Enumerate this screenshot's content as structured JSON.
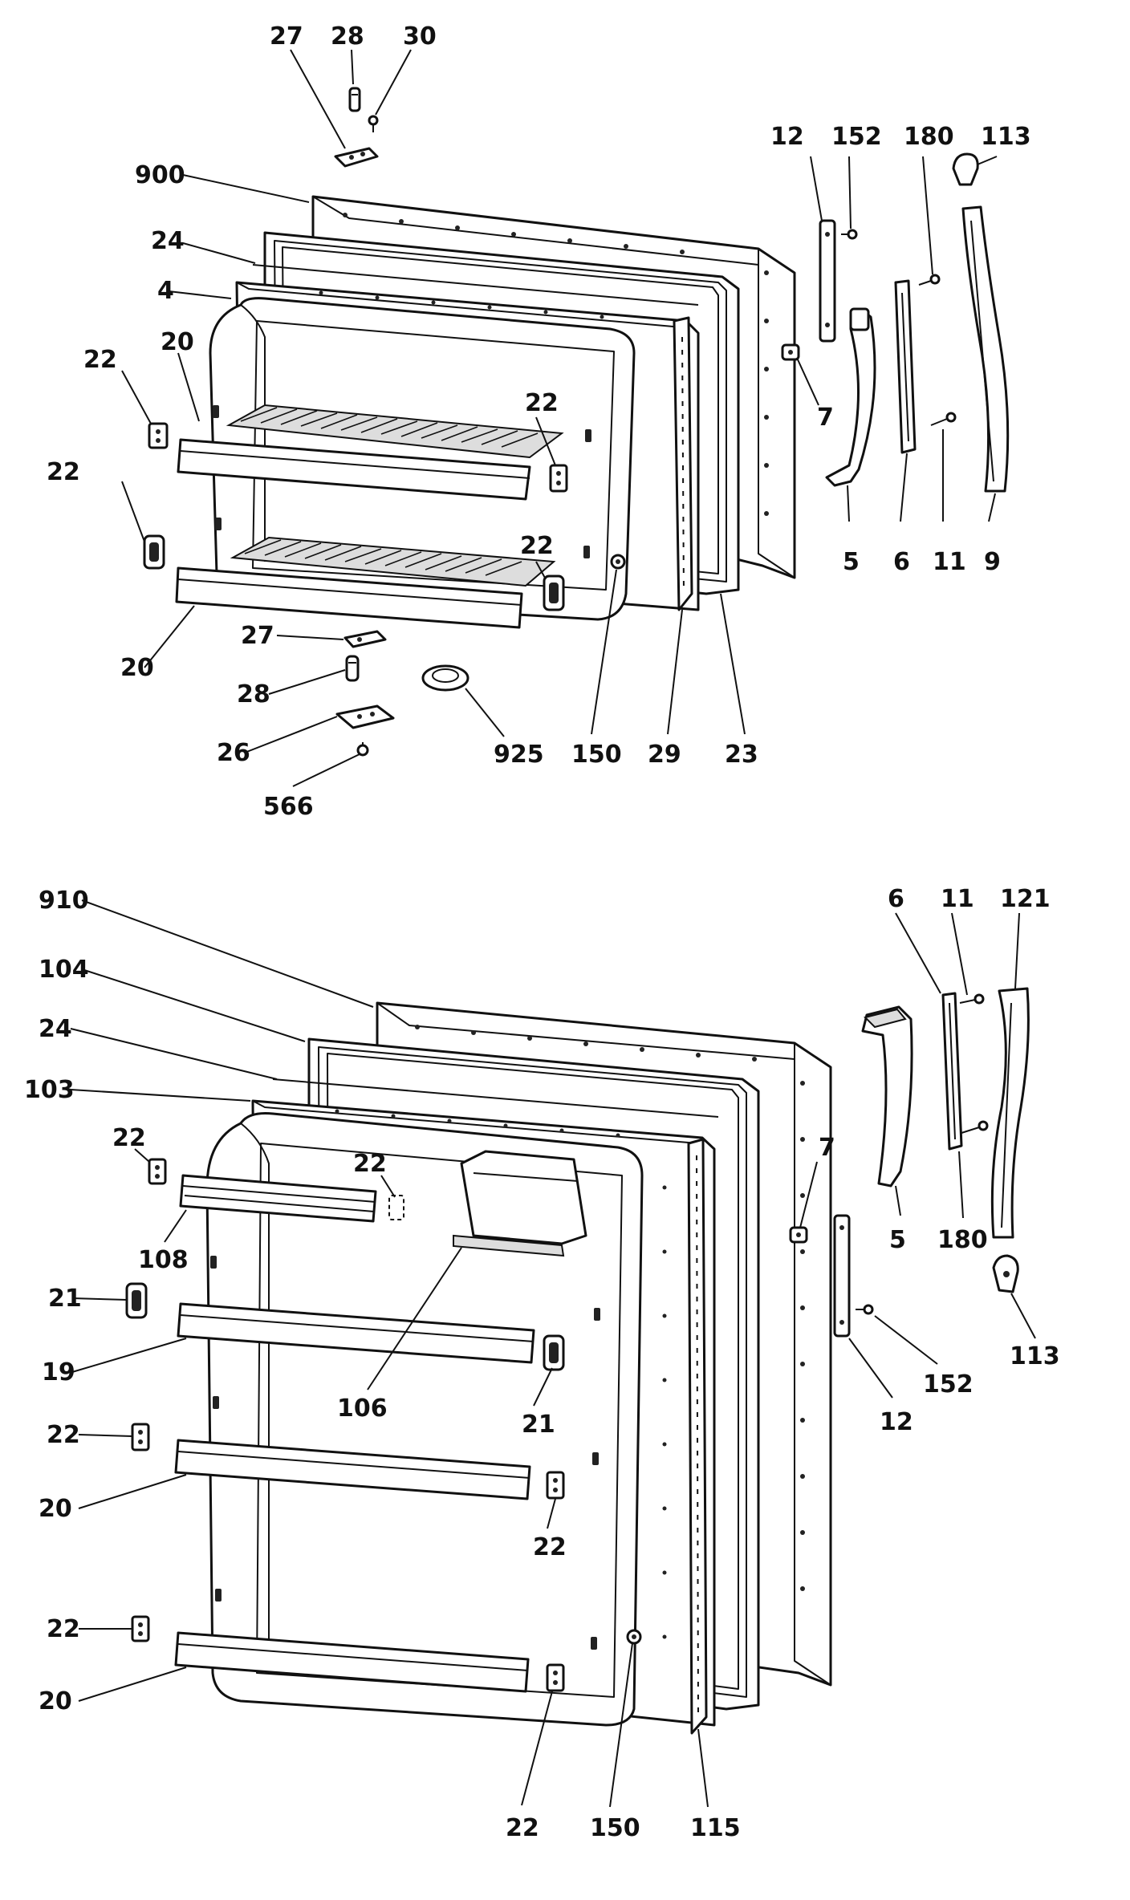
{
  "colors": {
    "ink": "#111111",
    "paper": "#ffffff",
    "shade": "#dddddd"
  },
  "top_labels": {
    "l27a": "27",
    "l28a": "28",
    "l30": "30",
    "l900": "900",
    "l24a": "24",
    "l4": "4",
    "l22a": "22",
    "l20a": "20",
    "l22b": "22",
    "l22c": "22",
    "l22d": "22",
    "l20b": "20",
    "l27b": "27",
    "l28b": "28",
    "l26": "26",
    "l566": "566",
    "l925": "925",
    "l150a": "150",
    "l29": "29",
    "l23": "23",
    "l12a": "12",
    "l152a": "152",
    "l180a": "180",
    "l113a": "113",
    "l7a": "7",
    "l5a": "5",
    "l6a": "6",
    "l11a": "11",
    "l9": "9"
  },
  "bottom_labels": {
    "l910": "910",
    "l104": "104",
    "l24b": "24",
    "l103": "103",
    "l22e": "22",
    "l22f": "22",
    "l108": "108",
    "l21a": "21",
    "l19": "19",
    "l106": "106",
    "l21b": "21",
    "l22g": "22",
    "l20c": "20",
    "l22h": "22",
    "l22i": "22",
    "l20d": "20",
    "l22j": "22",
    "l150b": "150",
    "l115": "115",
    "l6b": "6",
    "l11b": "11",
    "l121": "121",
    "l7b": "7",
    "l5b": "5",
    "l180b": "180",
    "l113b": "113",
    "l152b": "152",
    "l12b": "12"
  }
}
